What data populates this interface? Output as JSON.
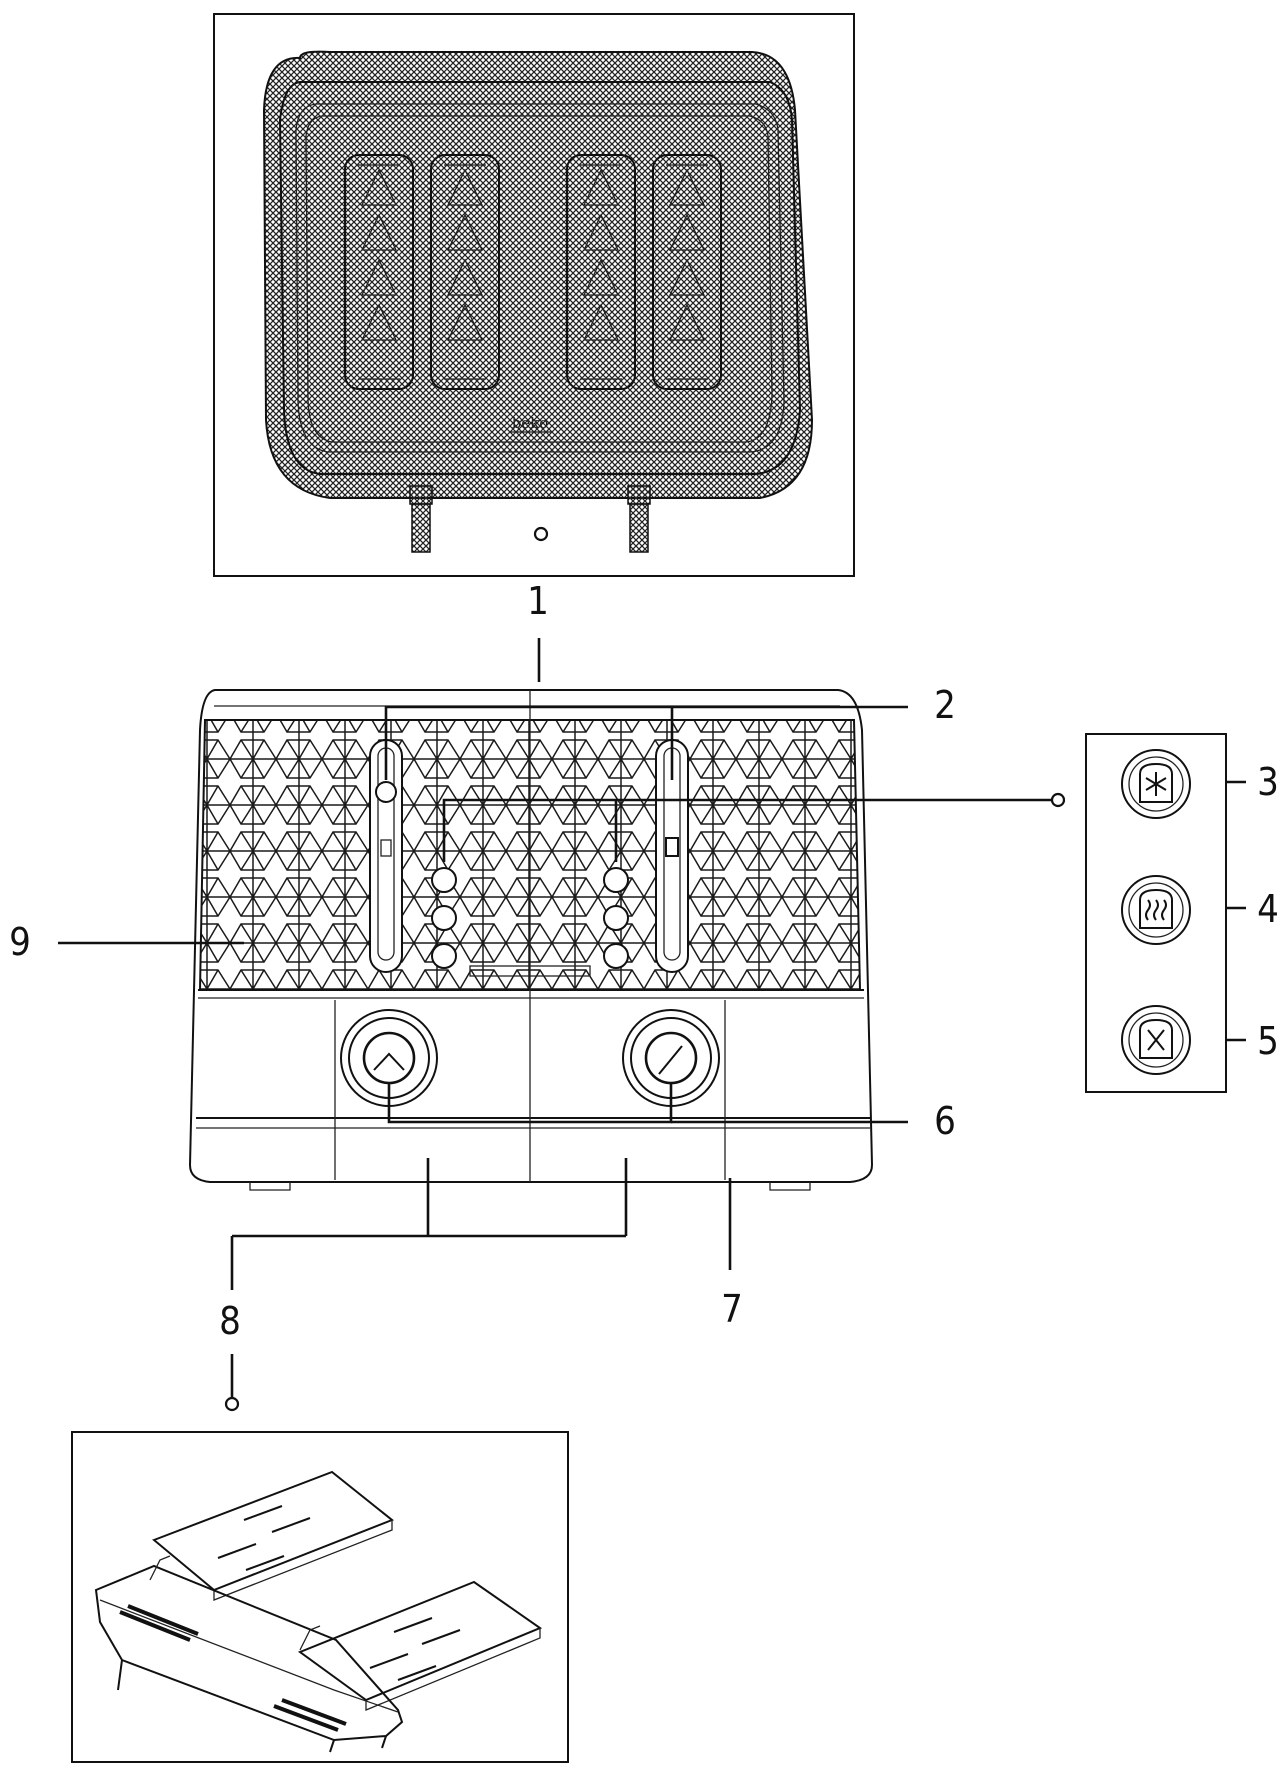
{
  "callouts": {
    "c1": "1",
    "c2": "2",
    "c3": "3",
    "c4": "4",
    "c5": "5",
    "c6": "6",
    "c7": "7",
    "c8": "8",
    "c9": "9"
  },
  "brand": "beko",
  "icons": {
    "defrost": "snowflake-toast-icon",
    "reheat": "heat-toast-icon",
    "cancel": "cancel-toast-icon"
  }
}
